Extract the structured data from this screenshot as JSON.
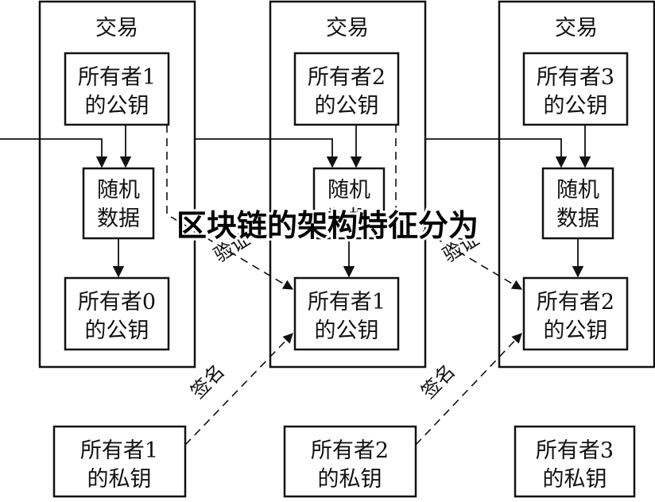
{
  "watermark": "区块链的架构特征分为",
  "transactions": [
    {
      "title": "交易",
      "owner_key": [
        "所有者1",
        "的公钥"
      ],
      "random": [
        "随机",
        "数据"
      ],
      "prev_key": [
        "所有者0",
        "的公钥"
      ]
    },
    {
      "title": "交易",
      "owner_key": [
        "所有者2",
        "的公钥"
      ],
      "random": [
        "随机",
        "数据"
      ],
      "prev_key": [
        "所有者1",
        "的公钥"
      ]
    },
    {
      "title": "交易",
      "owner_key": [
        "所有者3",
        "的公钥"
      ],
      "random": [
        "随机",
        "数据"
      ],
      "prev_key": [
        "所有者2",
        "的公钥"
      ]
    }
  ],
  "private_keys": [
    [
      "所有者1",
      "的私钥"
    ],
    [
      "所有者2",
      "的私钥"
    ],
    [
      "所有者3",
      "的私钥"
    ]
  ],
  "labels": {
    "verify": "验证",
    "sign": "签名"
  }
}
